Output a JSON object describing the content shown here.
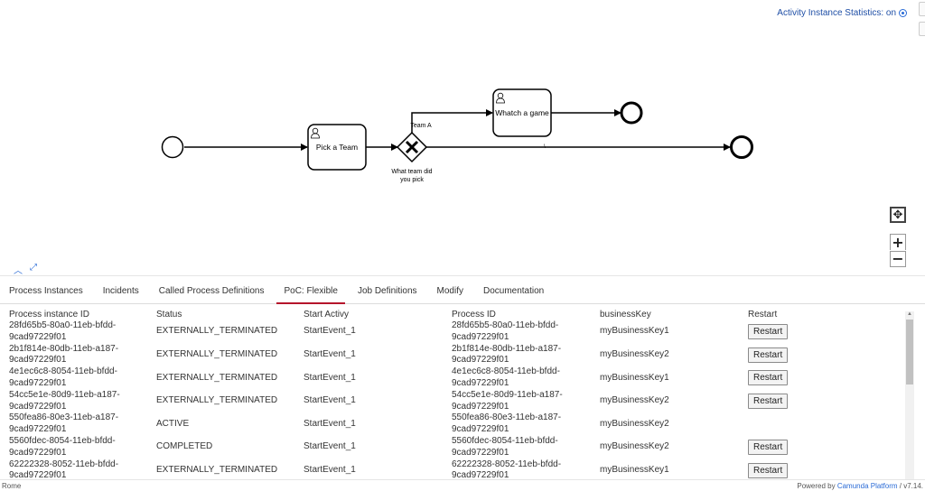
{
  "stats": {
    "label": "Activity Instance Statistics: on"
  },
  "diagram": {
    "tasks": {
      "pick_team": "Pick a Team",
      "watch_game": "Whatch a game"
    },
    "gateway_label_line1": "What team did",
    "gateway_label_line2": "you pick",
    "flow_label_team_a": "Team A",
    "flow_label_small": "\\"
  },
  "controls": {
    "reset": "✥",
    "zoom_in": "+",
    "zoom_out": "−",
    "collapse": "︿",
    "expand": "⤢"
  },
  "tabs": [
    {
      "label": "Process Instances"
    },
    {
      "label": "Incidents"
    },
    {
      "label": "Called Process Definitions"
    },
    {
      "label": "PoC: Flexible",
      "active": true
    },
    {
      "label": "Job Definitions"
    },
    {
      "label": "Modify"
    },
    {
      "label": "Documentation"
    }
  ],
  "table": {
    "headers": [
      "Process instance ID",
      "Status",
      "Start Activy",
      "Process ID",
      "businessKey",
      "Restart"
    ],
    "restart_label": "Restart",
    "rows": [
      {
        "pid1": "28fd65b5-80a0-11eb-bfdd-",
        "pid2": "9cad97229f01",
        "status": "EXTERNALLY_TERMINATED",
        "start": "StartEvent_1",
        "proc1": "28fd65b5-80a0-11eb-bfdd-",
        "proc2": "9cad97229f01",
        "key": "myBusinessKey1",
        "restart": true
      },
      {
        "pid1": "2b1f814e-80db-11eb-a187-",
        "pid2": "9cad97229f01",
        "status": "EXTERNALLY_TERMINATED",
        "start": "StartEvent_1",
        "proc1": "2b1f814e-80db-11eb-a187-",
        "proc2": "9cad97229f01",
        "key": "myBusinessKey2",
        "restart": true
      },
      {
        "pid1": "4e1ec6c8-8054-11eb-bfdd-",
        "pid2": "9cad97229f01",
        "status": "EXTERNALLY_TERMINATED",
        "start": "StartEvent_1",
        "proc1": "4e1ec6c8-8054-11eb-bfdd-",
        "proc2": "9cad97229f01",
        "key": "myBusinessKey1",
        "restart": true
      },
      {
        "pid1": "54cc5e1e-80d9-11eb-a187-",
        "pid2": "9cad97229f01",
        "status": "EXTERNALLY_TERMINATED",
        "start": "StartEvent_1",
        "proc1": "54cc5e1e-80d9-11eb-a187-",
        "proc2": "9cad97229f01",
        "key": "myBusinessKey2",
        "restart": true
      },
      {
        "pid1": "550fea86-80e3-11eb-a187-",
        "pid2": "9cad97229f01",
        "status": "ACTIVE",
        "start": "StartEvent_1",
        "proc1": "550fea86-80e3-11eb-a187-",
        "proc2": "9cad97229f01",
        "key": "myBusinessKey2",
        "restart": false
      },
      {
        "pid1": "5560fdec-8054-11eb-bfdd-",
        "pid2": "9cad97229f01",
        "status": "COMPLETED",
        "start": "StartEvent_1",
        "proc1": "5560fdec-8054-11eb-bfdd-",
        "proc2": "9cad97229f01",
        "key": "myBusinessKey2",
        "restart": true
      },
      {
        "pid1": "62222328-8052-11eb-bfdd-",
        "pid2": "9cad97229f01",
        "status": "EXTERNALLY_TERMINATED",
        "start": "StartEvent_1",
        "proc1": "62222328-8052-11eb-bfdd-",
        "proc2": "9cad97229f01",
        "key": "myBusinessKey1",
        "restart": true
      }
    ]
  },
  "footer": {
    "left": "Rome",
    "right_prefix": "Powered by ",
    "right_link": "Camunda Platform",
    "right_suffix": " / v7.14."
  },
  "colors": {
    "accent_tab": "#b5152b",
    "link": "#2a6bd6"
  }
}
